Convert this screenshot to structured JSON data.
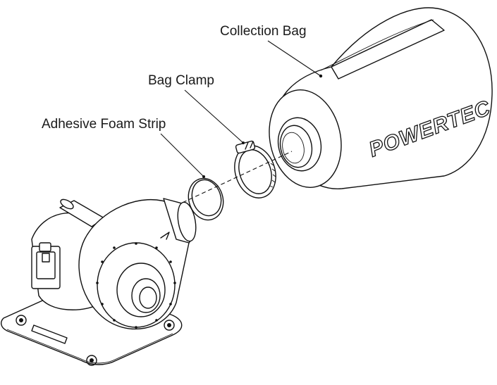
{
  "labels": {
    "collection_bag": "Collection Bag",
    "bag_clamp": "Bag Clamp",
    "adhesive_foam_strip": "Adhesive Foam Strip"
  },
  "brand": {
    "logo_text": "POWERTEC"
  },
  "colors": {
    "line": "#111111",
    "background": "#ffffff"
  }
}
